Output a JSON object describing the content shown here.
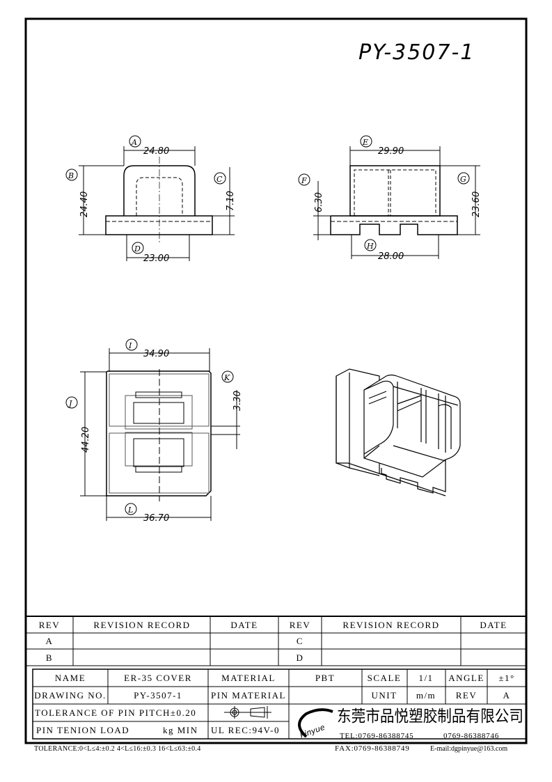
{
  "title": "PY-3507-1",
  "dimensions": {
    "A": {
      "label": "A",
      "value": "24.80"
    },
    "B": {
      "label": "B",
      "value": "24.40"
    },
    "C": {
      "label": "C",
      "value": "7.10"
    },
    "D": {
      "label": "D",
      "value": "23.00"
    },
    "E": {
      "label": "E",
      "value": "29.90"
    },
    "F": {
      "label": "F",
      "value": "6.30"
    },
    "G": {
      "label": "G",
      "value": "23.60"
    },
    "H": {
      "label": "H",
      "value": "28.00"
    },
    "I": {
      "label": "I",
      "value": "34.90"
    },
    "J": {
      "label": "J",
      "value": "44.20"
    },
    "K": {
      "label": "K",
      "value": "3.30"
    },
    "L": {
      "label": "L",
      "value": "36.70"
    }
  },
  "revision_table": {
    "headers": [
      "REV",
      "REVISION RECORD",
      "DATE",
      "REV",
      "REVISION RECORD",
      "DATE"
    ],
    "rows": [
      [
        "A",
        "",
        "",
        "C",
        "",
        ""
      ],
      [
        "B",
        "",
        "",
        "D",
        "",
        ""
      ]
    ]
  },
  "title_block": {
    "name_label": "NAME",
    "name": "ER-35 COVER",
    "material_label": "MATERIAL",
    "material": "PBT",
    "scale_label": "SCALE",
    "scale": "1/1",
    "angle_label": "ANGLE",
    "angle": "±1°",
    "drawing_no_label": "DRAWING NO.",
    "drawing_no": "PY-3507-1",
    "pin_material_label": "PIN MATERIAL",
    "pin_material": "",
    "unit_label": "UNIT",
    "unit": "m/m",
    "rev_label": "REV",
    "rev": "A",
    "pin_pitch_tolerance": "TOLERANCE OF PIN PITCH±0.20",
    "pin_tension_load": "PIN TENION LOAD",
    "pin_tension_unit": "kg MIN",
    "ul_rec": "UL REC:94V-0",
    "tolerance": "TOLERANCE:0<L≤4:±0.2  4<L≤16:±0.3  16<L≤63:±0.4",
    "company_name": "东莞市品悦塑胶制品有限公司",
    "logo_text": "Pinyue",
    "tel": "TEL:0769-86388745",
    "tel2": "0769-86388746",
    "fax": "FAX:0769-86388749",
    "email": "E-mail:dgpinyue@163.com"
  }
}
